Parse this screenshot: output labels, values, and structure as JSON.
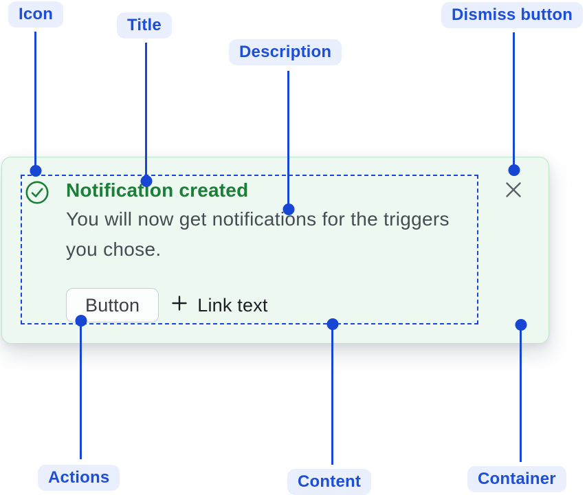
{
  "colors": {
    "annotation-accent": "#1d4ed8",
    "annotation-pill-bg": "#e9effc",
    "success-green": "#1a7f37",
    "toast-bg": "#edf8f1",
    "toast-border": "#bde3ca",
    "content-outline-blue": "#1746d4",
    "description-text": "#454c54",
    "body-text": "#1b1f24",
    "dismiss-gray": "#5a6169",
    "button-border": "#c8cdd2",
    "button-bg": "#fcfdfd"
  },
  "annotations": {
    "icon": {
      "label": "Icon"
    },
    "title": {
      "label": "Title"
    },
    "description": {
      "label": "Description"
    },
    "dismiss": {
      "label": "Dismiss button"
    },
    "actions": {
      "label": "Actions"
    },
    "content": {
      "label": "Content"
    },
    "container": {
      "label": "Container"
    }
  },
  "toast": {
    "status_icon": "check-circle-icon",
    "title": "Notification created",
    "description": "You will now get notifications for the triggers you chose.",
    "actions": {
      "button_label": "Button",
      "link_icon": "plus-icon",
      "link_label": "Link text"
    },
    "dismiss_icon": "close-icon"
  }
}
